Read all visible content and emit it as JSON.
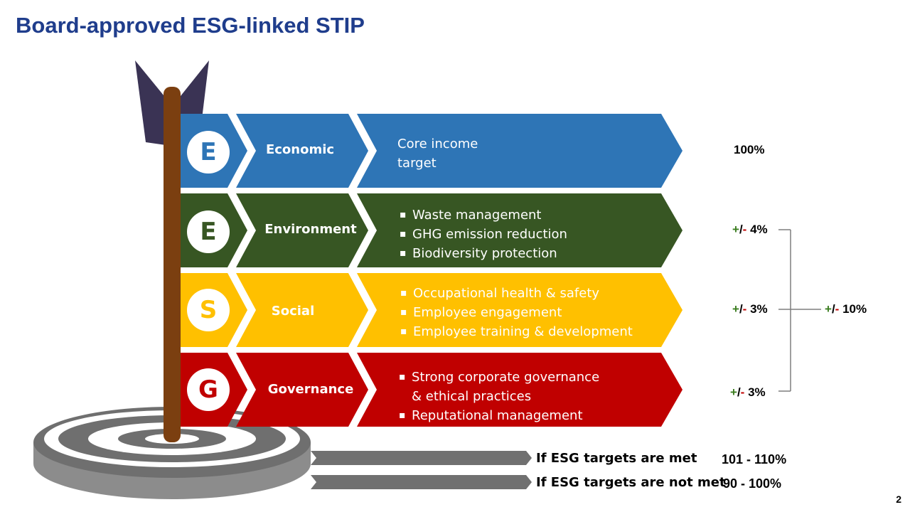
{
  "title": "Board-approved ESG-linked STIP",
  "colors": {
    "economic": "#2e75b6",
    "environment": "#375623",
    "social": "#ffc000",
    "governance": "#c00000",
    "title": "#1f3d8c",
    "plus": "#3b7d1f",
    "minus": "#c00000"
  },
  "rows": [
    {
      "letter": "E",
      "category": "Economic",
      "items": [],
      "text_lines": [
        "Core income",
        "target"
      ]
    },
    {
      "letter": "E",
      "category": "Environment",
      "items": [
        "Waste management",
        "GHG emission reduction",
        "Biodiversity protection"
      ]
    },
    {
      "letter": "S",
      "category": "Social",
      "items": [
        "Occupational health & safety",
        "Employee engagement",
        "Employee training & development"
      ]
    },
    {
      "letter": "G",
      "category": "Governance",
      "items": [
        "Strong corporate governance & ethical practices",
        "Reputational management"
      ]
    }
  ],
  "weights": {
    "economic": "100%",
    "env": {
      "plus": "+",
      "slash": "/",
      "minus": "-",
      "value": " 4%"
    },
    "social": {
      "plus": "+",
      "slash": "/",
      "minus": "-",
      "value": " 3%"
    },
    "gov": {
      "plus": "+",
      "slash": "/",
      "minus": "-",
      "value": " 3%"
    },
    "total": {
      "plus": "+",
      "slash": "/",
      "minus": "-",
      "value": " 10%"
    }
  },
  "outcomes": [
    {
      "condition": "If ESG targets are met",
      "range": "101 - 110%"
    },
    {
      "condition": "If ESG targets are not met",
      "range": "90 - 100%"
    }
  ],
  "page_number": "2"
}
